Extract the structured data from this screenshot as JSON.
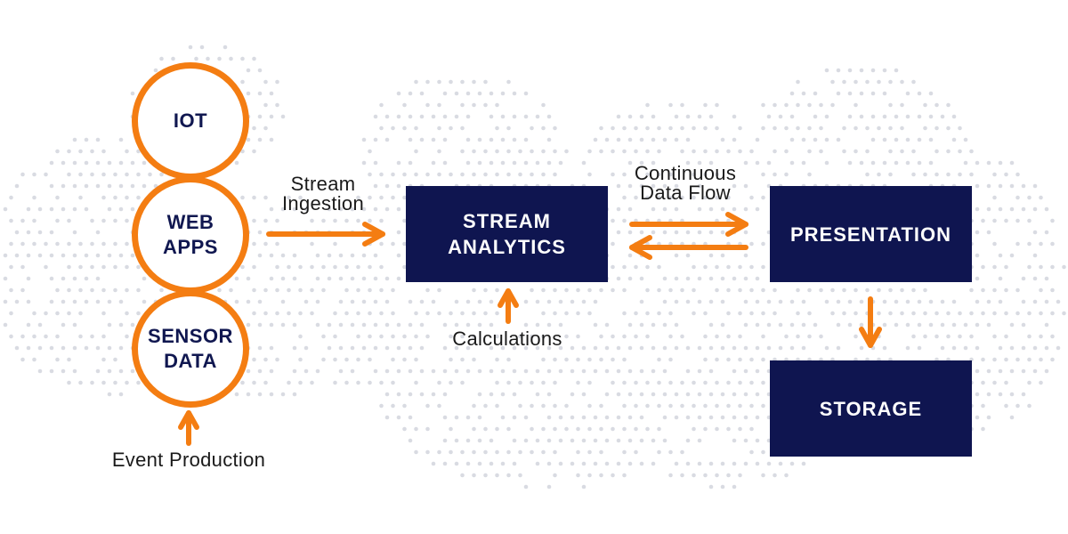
{
  "sources": [
    {
      "label": "IOT"
    },
    {
      "label": "WEB\nAPPS"
    },
    {
      "label": "SENSOR\nDATA"
    }
  ],
  "captions": {
    "event_production": "Event Production",
    "stream_ingestion": "Stream\nIngestion",
    "calculations": "Calculations",
    "continuous_data_flow": "Continuous\nData Flow"
  },
  "boxes": {
    "stream_analytics": "STREAM\nANALYTICS",
    "presentation": "PRESENTATION",
    "storage": "STORAGE"
  },
  "colors": {
    "accent": "#f47d12",
    "navy": "#0f1550",
    "dots": "#d9dbe2"
  }
}
